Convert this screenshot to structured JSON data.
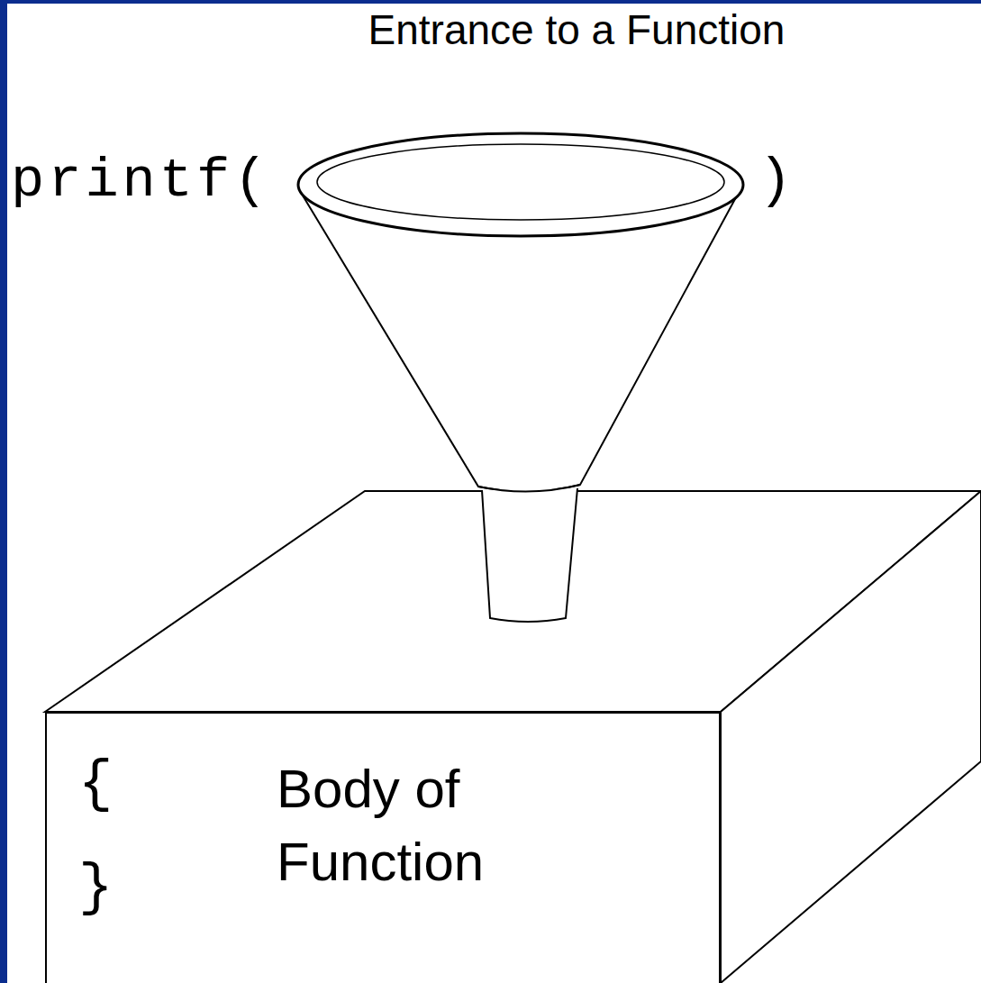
{
  "diagram": {
    "title": "Entrance to a Function",
    "nodes": [
      {
        "text": [
          "{",
          "Body of Function",
          "}"
        ]
      }
    ],
    "labels": [
      "printf(",
      ")"
    ]
  }
}
